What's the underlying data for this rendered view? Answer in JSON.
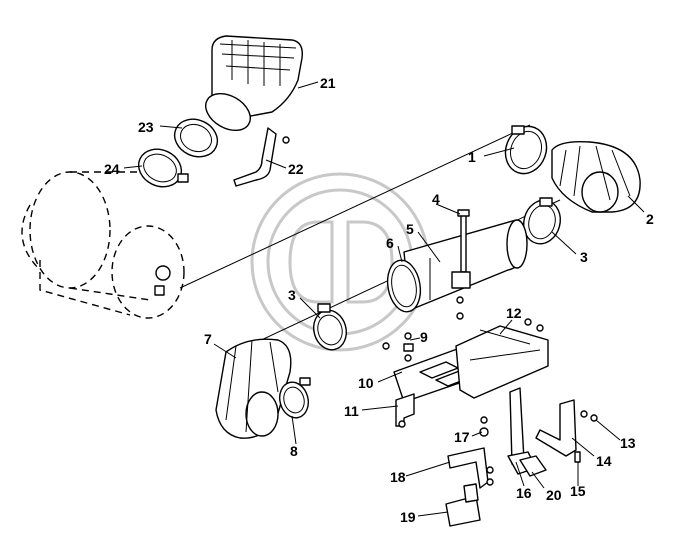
{
  "diagram": {
    "callouts": [
      {
        "id": "c1",
        "label": "1"
      },
      {
        "id": "c2",
        "label": "2"
      },
      {
        "id": "c3a",
        "label": "3"
      },
      {
        "id": "c3b",
        "label": "3"
      },
      {
        "id": "c4",
        "label": "4"
      },
      {
        "id": "c5",
        "label": "5"
      },
      {
        "id": "c6",
        "label": "6"
      },
      {
        "id": "c7",
        "label": "7"
      },
      {
        "id": "c8",
        "label": "8"
      },
      {
        "id": "c9",
        "label": "9"
      },
      {
        "id": "c10",
        "label": "10"
      },
      {
        "id": "c11",
        "label": "11"
      },
      {
        "id": "c12",
        "label": "12"
      },
      {
        "id": "c13",
        "label": "13"
      },
      {
        "id": "c14",
        "label": "14"
      },
      {
        "id": "c15",
        "label": "15"
      },
      {
        "id": "c16",
        "label": "16"
      },
      {
        "id": "c17",
        "label": "17"
      },
      {
        "id": "c18",
        "label": "18"
      },
      {
        "id": "c19",
        "label": "19"
      },
      {
        "id": "c20",
        "label": "20"
      },
      {
        "id": "c21",
        "label": "21"
      },
      {
        "id": "c22",
        "label": "22"
      },
      {
        "id": "c23",
        "label": "23"
      },
      {
        "id": "c24",
        "label": "24"
      }
    ],
    "watermark": "logo-watermark"
  }
}
